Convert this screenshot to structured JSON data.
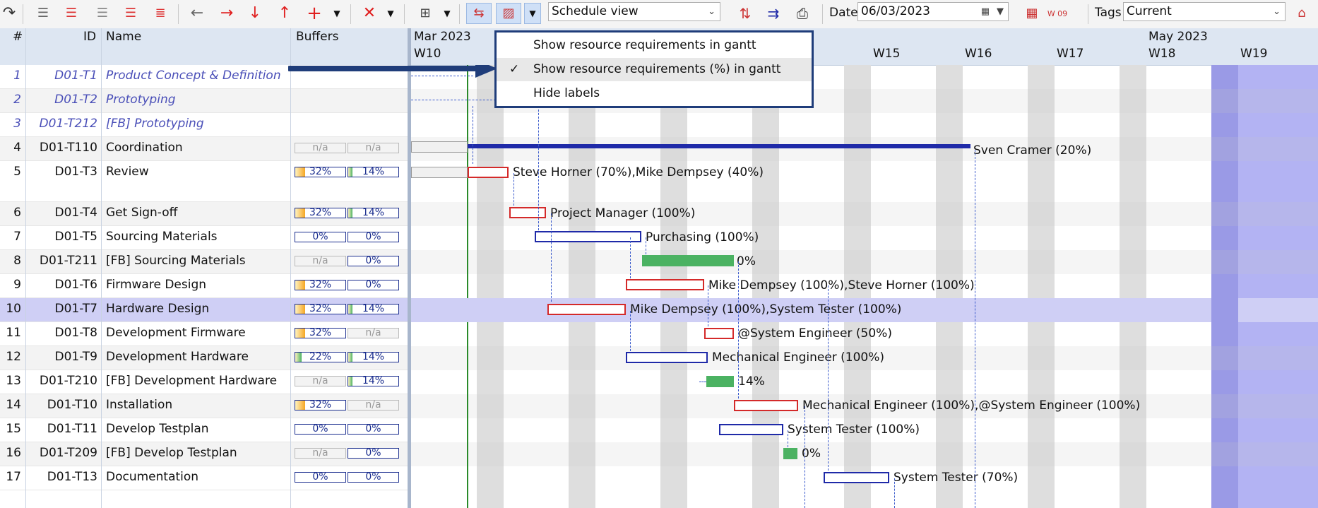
{
  "toolbar": {
    "view_select": "Schedule view",
    "date_label": "Date",
    "date_value": "06/03/2023",
    "tags_label": "Tags",
    "tags_value": "Current",
    "wk_icon_text": "W 09"
  },
  "columns": {
    "num": "#",
    "id": "ID",
    "name": "Name",
    "buffers": "Buffers"
  },
  "timeline": {
    "months": [
      {
        "label": "Mar 2023"
      },
      {
        "label": "May 2023"
      }
    ],
    "weeks": [
      "W10",
      "W15",
      "W16",
      "W17",
      "W18",
      "W19"
    ]
  },
  "menu": {
    "items": [
      {
        "label": "Show resource requirements in gantt",
        "checked": false
      },
      {
        "label": "Show resource requirements (%) in gantt",
        "checked": true
      },
      {
        "label": "Hide labels",
        "checked": false
      }
    ],
    "check_glyph": "✓"
  },
  "rows": [
    {
      "num": "1",
      "id": "D01-T1",
      "name": "Product Concept & Definition",
      "summary": true,
      "buf1": "",
      "buf2": ""
    },
    {
      "num": "2",
      "id": "D01-T2",
      "name": "Prototyping",
      "summary": true,
      "buf1": "",
      "buf2": ""
    },
    {
      "num": "3",
      "id": "D01-T212",
      "name": "[FB]  Prototyping",
      "summary": true,
      "buf1": "",
      "buf2": ""
    },
    {
      "num": "4",
      "id": "D01-T110",
      "name": "Coordination",
      "buf1": "n/a",
      "buf2": "n/a"
    },
    {
      "num": "5",
      "id": "D01-T3",
      "name": "Review",
      "buf1": "32%",
      "buf2": "14%"
    },
    {
      "num": "6",
      "id": "D01-T4",
      "name": "Get Sign-off",
      "buf1": "32%",
      "buf2": "14%"
    },
    {
      "num": "7",
      "id": "D01-T5",
      "name": "Sourcing Materials",
      "buf1": "0%",
      "buf2": "0%"
    },
    {
      "num": "8",
      "id": "D01-T211",
      "name": "[FB]  Sourcing Materials",
      "buf1": "n/a",
      "buf2": "0%"
    },
    {
      "num": "9",
      "id": "D01-T6",
      "name": "Firmware Design",
      "buf1": "32%",
      "buf2": "0%"
    },
    {
      "num": "10",
      "id": "D01-T7",
      "name": "Hardware Design",
      "buf1": "32%",
      "buf2": "14%"
    },
    {
      "num": "11",
      "id": "D01-T8",
      "name": "Development Firmware",
      "buf1": "32%",
      "buf2": "n/a"
    },
    {
      "num": "12",
      "id": "D01-T9",
      "name": "Development Hardware",
      "buf1": "22%",
      "buf2": "14%"
    },
    {
      "num": "13",
      "id": "D01-T210",
      "name": "[FB]  Development Hardware",
      "buf1": "n/a",
      "buf2": "14%"
    },
    {
      "num": "14",
      "id": "D01-T10",
      "name": "Installation",
      "buf1": "32%",
      "buf2": "n/a"
    },
    {
      "num": "15",
      "id": "D01-T11",
      "name": "Develop Testplan",
      "buf1": "0%",
      "buf2": "0%"
    },
    {
      "num": "16",
      "id": "D01-T209",
      "name": "[FB]  Develop Testplan",
      "buf1": "n/a",
      "buf2": "0%"
    },
    {
      "num": "17",
      "id": "D01-T13",
      "name": "Documentation",
      "buf1": "0%",
      "buf2": "0%"
    }
  ],
  "gantt_labels": [
    "Sven Cramer (20%)",
    "Steve Horner (70%),Mike Dempsey (40%)",
    "Project Manager (100%)",
    "Purchasing (100%)",
    "0%",
    "Mike Dempsey (100%),Steve Horner (100%)",
    "Mike Dempsey (100%),System Tester (100%)",
    "@System Engineer (50%)",
    "Mechanical Engineer (100%)",
    "14%",
    "Mechanical Engineer (100%),@System Engineer (100%)",
    "System Tester (100%)",
    "0%",
    "System Tester (70%)"
  ],
  "colors": {
    "selected_row": "#cfcff5",
    "alt_row": "#f3f3f3",
    "summary_text": "#4a4fb8",
    "task_red": "#d42a2a",
    "task_blue": "#1f2aa8",
    "buffer_green": "#4bb262",
    "buffer_orange": "#f5a623",
    "purple_band": "#b3b3f3",
    "arrow": "#1f3d7a"
  }
}
